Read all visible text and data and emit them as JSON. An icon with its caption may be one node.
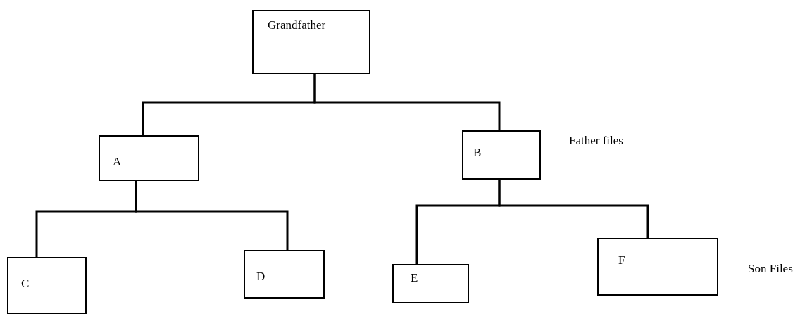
{
  "diagram": {
    "nodes": [
      {
        "text": [
          "Grandfather"
        ]
      },
      {
        "text": [
          "A"
        ]
      },
      {
        "text": [
          "B"
        ]
      },
      {
        "text": [
          "C"
        ]
      },
      {
        "text": [
          "D"
        ]
      },
      {
        "text": [
          "E"
        ]
      },
      {
        "text": [
          "F"
        ]
      }
    ],
    "edges": [
      {
        "from": 0,
        "to": 1,
        "arrow": "none"
      },
      {
        "from": 0,
        "to": 2,
        "arrow": "none"
      },
      {
        "from": 1,
        "to": 3,
        "arrow": "none"
      },
      {
        "from": 1,
        "to": 4,
        "arrow": "none"
      },
      {
        "from": 2,
        "to": 5,
        "arrow": "none"
      },
      {
        "from": 2,
        "to": 6,
        "arrow": "none"
      }
    ],
    "labels": [
      "Father files",
      "Son Files"
    ]
  }
}
